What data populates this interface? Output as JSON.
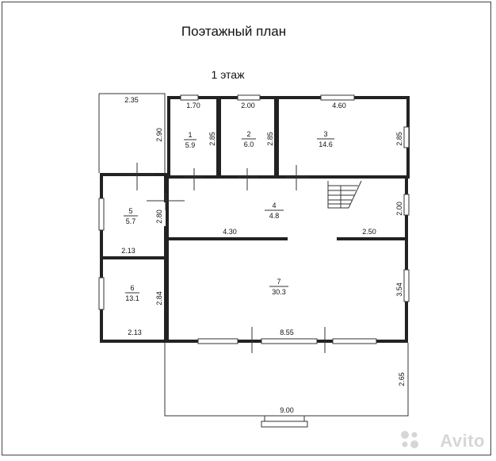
{
  "header": {
    "title": "Поэтажный план",
    "floor_label": "1 этаж"
  },
  "rooms": [
    {
      "number": "1",
      "area": "5.9"
    },
    {
      "number": "2",
      "area": "6.0"
    },
    {
      "number": "3",
      "area": "14.6"
    },
    {
      "number": "4",
      "area": "4.8"
    },
    {
      "number": "5",
      "area": "5.7"
    },
    {
      "number": "6",
      "area": "13.1"
    },
    {
      "number": "7",
      "area": "30.3"
    }
  ],
  "dimensions": {
    "porch_top_width": "2.35",
    "porch_depth": "2.90",
    "room4_width": "1.70",
    "room4_depth": "2.85",
    "room5_width": "2.00",
    "room5_depth": "2.85",
    "room6_width": "4.60",
    "room6_depth": "2.85",
    "room1_depth": "2.80",
    "room1_width": "2.13",
    "room2_depth": "2.84",
    "room2_width": "2.13",
    "hall_left_width": "4.30",
    "hall_right_width": "2.50",
    "hall_depth": "2.00",
    "room7_depth": "3.54",
    "room7_width": "8.55",
    "terrace_depth": "2.65",
    "terrace_width": "9.00"
  },
  "watermark": {
    "text": "Avito"
  },
  "colors": {
    "wall": "#222222",
    "watermark": "#d6d6d6"
  }
}
